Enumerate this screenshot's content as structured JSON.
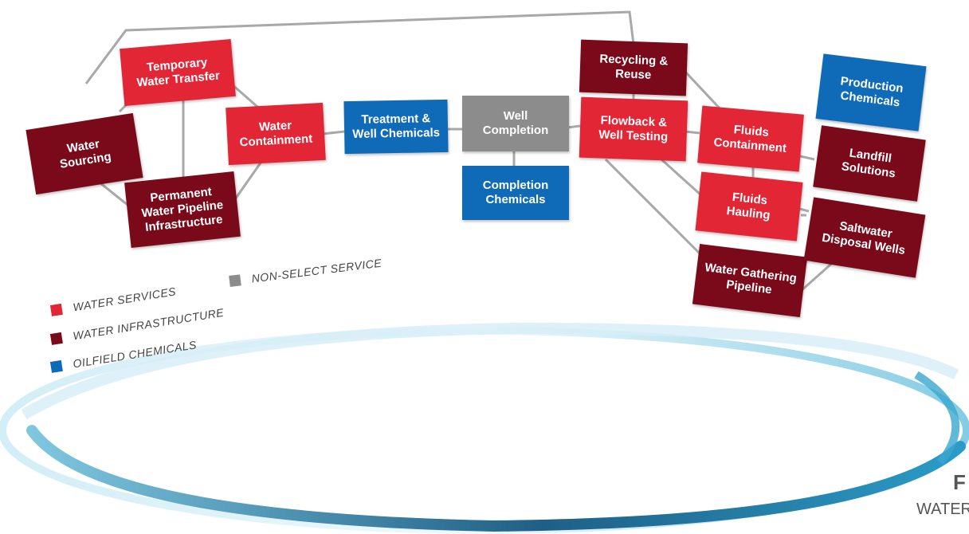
{
  "colors": {
    "water_services": "#e32636",
    "water_infrastructure": "#7a0a1a",
    "oilfield_chemicals": "#0f6bb8",
    "non_select": "#8c8c8c",
    "connector": "#a8a8a8"
  },
  "nodes": {
    "temporary_water_transfer": "Temporary\nWater Transfer",
    "water_sourcing": "Water\nSourcing",
    "permanent_water_pipeline": "Permanent\nWater Pipeline\nInfrastructure",
    "water_containment": "Water\nContainment",
    "treatment_well_chemicals": "Treatment &\nWell Chemicals",
    "well_completion": "Well\nCompletion",
    "completion_chemicals": "Completion\nChemicals",
    "recycling_reuse": "Recycling &\nReuse",
    "flowback_well_testing": "Flowback &\nWell Testing",
    "fluids_containment": "Fluids\nContainment",
    "fluids_hauling": "Fluids\nHauling",
    "water_gathering_pipeline": "Water Gathering\nPipeline",
    "production_chemicals": "Production\nChemicals",
    "landfill_solutions": "Landfill\nSolutions",
    "saltwater_disposal_wells": "Saltwater\nDisposal Wells"
  },
  "legend": {
    "water_services": "WATER SERVICES",
    "water_infrastructure": "WATER INFRASTRUCTURE",
    "oilfield_chemicals": "OILFIELD CHEMICALS",
    "non_select": "NON-SELECT SERVICE"
  },
  "corner": {
    "line1": "F",
    "line2": "WATER"
  }
}
